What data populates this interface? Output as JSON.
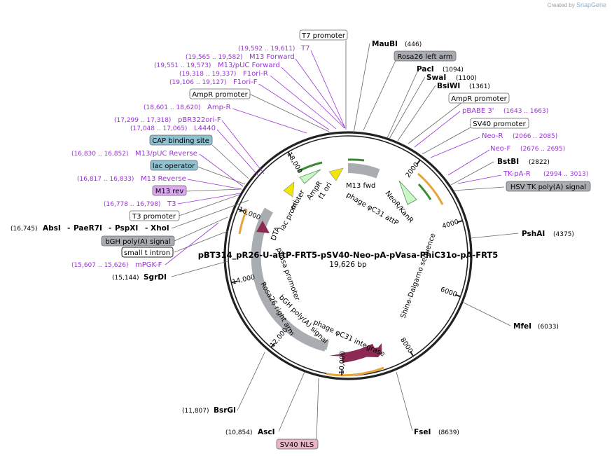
{
  "credit": {
    "prefix": "Created by",
    "brand": "SnapGene"
  },
  "plasmid": {
    "name": "pBT314_pR26-U-attP-FRT5-pSV40-Neo-pA-pVasa-PhiC31o-pA-FRT5",
    "length": "19,626 bp"
  },
  "ticks": [
    {
      "label": "2000",
      "angle": 37
    },
    {
      "label": "4000",
      "angle": 73
    },
    {
      "label": "6000",
      "angle": 110
    },
    {
      "label": "8000",
      "angle": 147
    },
    {
      "label": "10,000",
      "angle": 183
    },
    {
      "label": "12,000",
      "angle": 220
    },
    {
      "label": "14,000",
      "angle": 257
    },
    {
      "label": "16,000",
      "angle": 293
    },
    {
      "label": "18,000",
      "angle": 330
    }
  ],
  "enzymes": [
    {
      "name": "MauBI",
      "pos": "(446)"
    },
    {
      "name": "PacI",
      "pos": "(1094)"
    },
    {
      "name": "SwaI",
      "pos": "(1100)"
    },
    {
      "name": "BsiWI",
      "pos": "(1361)"
    },
    {
      "name": "BstBI",
      "pos": "(2822)"
    },
    {
      "name": "PshAI",
      "pos": "(4375)"
    },
    {
      "name": "MfeI",
      "pos": "(6033)"
    },
    {
      "name": "FseI",
      "pos": "(8639)"
    },
    {
      "name": "AscI",
      "pos": "(10,854)"
    },
    {
      "name": "BsrGI",
      "pos": "(11,807)"
    },
    {
      "name": "SgrDI",
      "pos": "(15,144)"
    },
    {
      "name": "AbsI",
      "pos": "(16,745)"
    },
    {
      "name": "PaeR7I",
      "pos": ""
    },
    {
      "name": "PspXI",
      "pos": ""
    },
    {
      "name": "XhoI",
      "pos": ""
    }
  ],
  "primers": [
    {
      "name": "T7",
      "pos": "(19,592 .. 19,611)"
    },
    {
      "name": "M13 Forward",
      "pos": "(19,565 .. 19,582)"
    },
    {
      "name": "M13/pUC Forward",
      "pos": "(19,551 .. 19,573)"
    },
    {
      "name": "F1ori-R",
      "pos": "(19,318 .. 19,337)"
    },
    {
      "name": "F1ori-F",
      "pos": "(19,106 .. 19,127)"
    },
    {
      "name": "Amp-R",
      "pos": "(18,601 .. 18,620)"
    },
    {
      "name": "pBR322ori-F",
      "pos": "(17,299 .. 17,318)"
    },
    {
      "name": "L4440",
      "pos": "(17,048 .. 17,065)"
    },
    {
      "name": "M13/pUC Reverse",
      "pos": "(16,830 .. 16,852)"
    },
    {
      "name": "M13 Reverse",
      "pos": "(16,817 .. 16,833)"
    },
    {
      "name": "T3",
      "pos": "(16,778 .. 16,798)"
    },
    {
      "name": "mPGK-F",
      "pos": "(15,607 .. 15,626)"
    },
    {
      "name": "pBABE 3'",
      "pos": "(1643 .. 1663)"
    },
    {
      "name": "Neo-R",
      "pos": "(2066 .. 2085)"
    },
    {
      "name": "Neo-F",
      "pos": "(2676 .. 2695)"
    },
    {
      "name": "TK-pA-R",
      "pos": "(2994 .. 3013)"
    }
  ],
  "boxed_features": [
    {
      "name": "T7 promoter"
    },
    {
      "name": "Rosa26 left arm"
    },
    {
      "name": "AmpR promoter"
    },
    {
      "name": "SV40 promoter"
    },
    {
      "name": "HSV TK poly(A) signal"
    },
    {
      "name": "AmpR promoter"
    },
    {
      "name": "CAP binding site"
    },
    {
      "name": "lac operator"
    },
    {
      "name": "M13 rev"
    },
    {
      "name": "T3 promoter"
    },
    {
      "name": "bGH poly(A) signal"
    },
    {
      "name": "small t intron"
    },
    {
      "name": "SV40 NLS"
    }
  ],
  "inner_features": [
    {
      "name": "M13 fwd"
    },
    {
      "name": "phage φC31 attP"
    },
    {
      "name": "NeoR/KanR"
    },
    {
      "name": "ori"
    },
    {
      "name": "AmpR"
    },
    {
      "name": "f1 ori"
    },
    {
      "name": "lac promoter"
    },
    {
      "name": "DTA"
    },
    {
      "name": "pVasa promoter"
    },
    {
      "name": "Rosa26 right arm"
    },
    {
      "name": "bGH poly(A) signal"
    },
    {
      "name": "phage φC31 integrase"
    },
    {
      "name": "Shine-Dalgarno sequence"
    }
  ],
  "colors": {
    "backbone": "#222222",
    "primer": "#9b30d9",
    "promoter_box": "#ffffff",
    "grey_feature": "#a9adb1",
    "teal_box": "#8fc1d1",
    "magenta_feature": "#8b2a55",
    "yellow_feature": "#f2e600",
    "green_feature": "#c9f7c5",
    "orange_arrow": "#e8a43a"
  }
}
